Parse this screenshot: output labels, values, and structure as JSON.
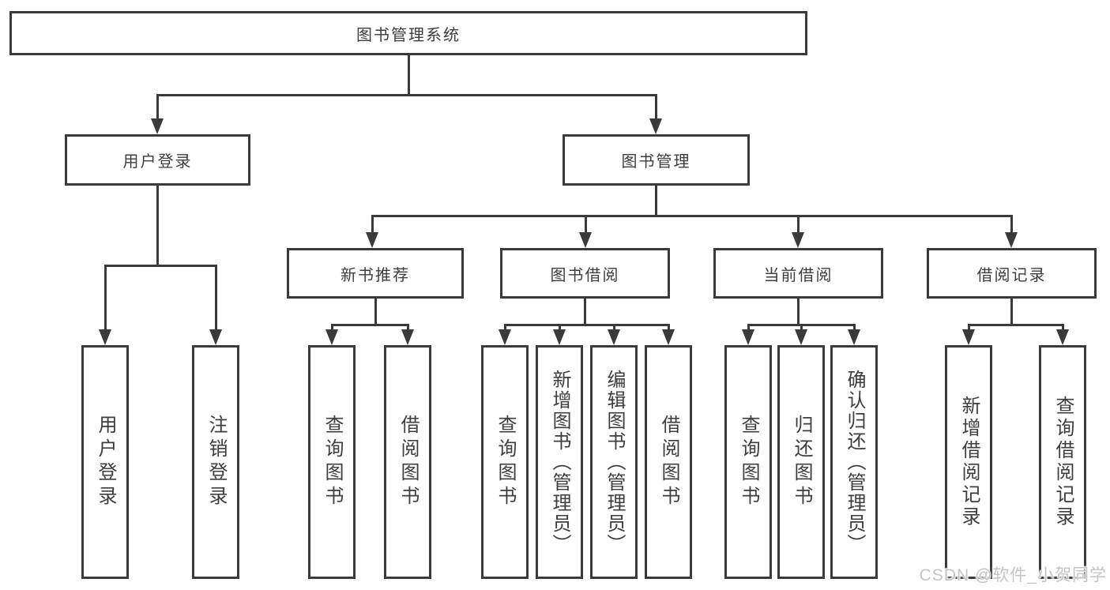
{
  "colors": {
    "line": "#3a3a3a",
    "text": "#3d3d3d",
    "watermark": "#c4c4c4",
    "background": "#ffffff"
  },
  "tree": {
    "root": {
      "label": "图书管理系统"
    },
    "branches": [
      {
        "label": "用户登录",
        "children": [
          {
            "label": "用户登录"
          },
          {
            "label": "注销登录"
          }
        ]
      },
      {
        "label": "图书管理",
        "children": [
          {
            "label": "新书推荐",
            "children": [
              {
                "label": "查询图书"
              },
              {
                "label": "借阅图书"
              }
            ]
          },
          {
            "label": "图书借阅",
            "children": [
              {
                "label": "查询图书"
              },
              {
                "label": "新增图书（管理员）"
              },
              {
                "label": "编辑图书（管理员）"
              },
              {
                "label": "借阅图书"
              }
            ]
          },
          {
            "label": "当前借阅",
            "children": [
              {
                "label": "查询图书"
              },
              {
                "label": "归还图书"
              },
              {
                "label": "确认归还（管理员）"
              }
            ]
          },
          {
            "label": "借阅记录",
            "children": [
              {
                "label": "新增借阅记录"
              },
              {
                "label": "查询借阅记录"
              }
            ]
          }
        ]
      }
    ]
  },
  "watermark": {
    "text": "CSDN @软件_小贺同学"
  }
}
